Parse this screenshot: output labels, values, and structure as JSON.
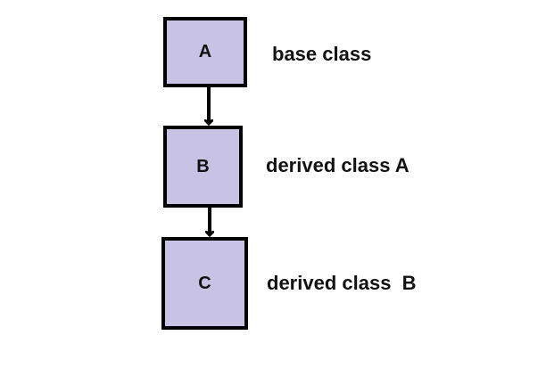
{
  "nodes": [
    {
      "id": "A",
      "label": "A",
      "description": "base class"
    },
    {
      "id": "B",
      "label": "B",
      "description": "derived class A"
    },
    {
      "id": "C",
      "label": "C",
      "description": "derived class  B"
    }
  ],
  "edges": [
    {
      "from": "A",
      "to": "B"
    },
    {
      "from": "B",
      "to": "C"
    }
  ],
  "colors": {
    "node_fill": "#c8c2e4",
    "node_border": "#000000",
    "edge": "#000000"
  }
}
